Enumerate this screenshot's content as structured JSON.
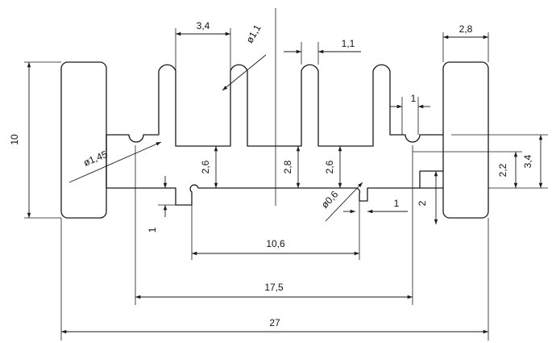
{
  "dimensions": {
    "overall_width": "27",
    "height": "10",
    "center_span": "17,5",
    "notch_span": "10,6",
    "fin_width_left": "3,4",
    "fin_width_right": "2,8",
    "fin_gap": "1,1",
    "hole_large_dia": "ø1,45",
    "hole_top_dia": "ø1,1",
    "notch_dia": "ø0,6",
    "slot_width": "1",
    "notch_width": "1",
    "step_left": "1",
    "fin_root_left": "2,6",
    "center_height": "2,8",
    "fin_root_right": "2,6",
    "rail_height": "2",
    "hole_height": "2,2",
    "total_right": "3,4"
  }
}
